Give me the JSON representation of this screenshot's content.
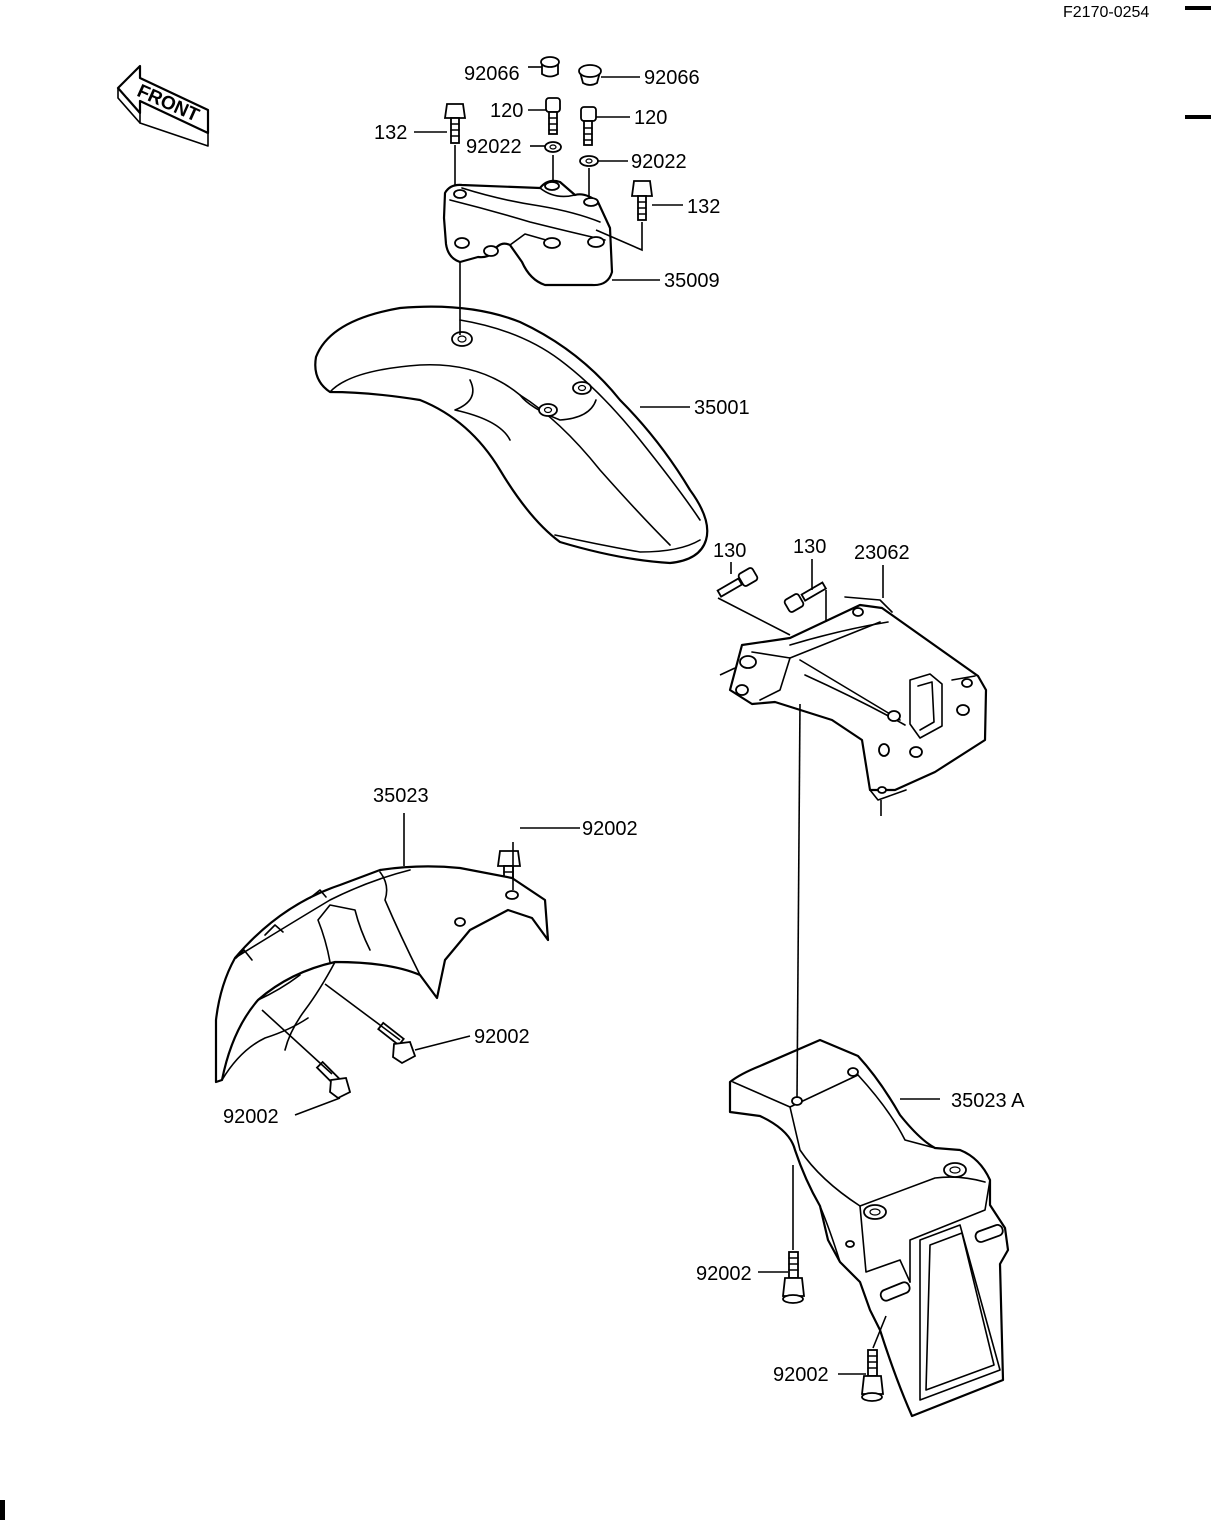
{
  "drawing_code": "F2170-0254",
  "orientation": {
    "label": "FRONT",
    "icon": "front-direction-arrow-icon"
  },
  "callouts": {
    "cap_left": "92066",
    "cap_right": "92066",
    "bolt_120_left": "120",
    "bolt_120_right": "120",
    "bolt_132_left": "132",
    "bolt_132_right": "132",
    "washer_left": "92022",
    "washer_right": "92022",
    "bracket": "35009",
    "front_fender": "35001",
    "bolt_130_left": "130",
    "bolt_130_right": "130",
    "rear_stay": "23062",
    "rear_inner_fender": "35023",
    "bolt_92002_top": "92002",
    "bolt_92002_mid": "92002",
    "bolt_92002_low": "92002",
    "rear_fender_flap": "35023 A",
    "bolt_92002_flap_upper": "92002",
    "bolt_92002_flap_lower": "92002"
  }
}
